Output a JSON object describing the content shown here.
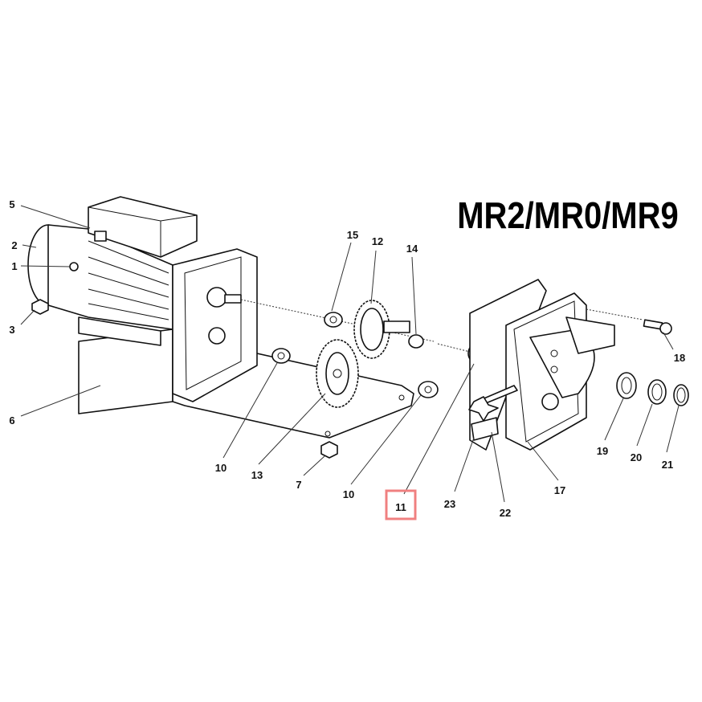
{
  "title": "MR2/MR0/MR9",
  "highlight_color": "#f08080",
  "callouts": {
    "c5": "5",
    "c2": "2",
    "c1": "1",
    "c3": "3",
    "c6": "6",
    "c15": "15",
    "c12": "12",
    "c14": "14",
    "c18": "18",
    "c10a": "10",
    "c13": "13",
    "c7": "7",
    "c10b": "10",
    "c11": "11",
    "c23": "23",
    "c22": "22",
    "c17": "17",
    "c19": "19",
    "c20": "20",
    "c21": "21"
  }
}
